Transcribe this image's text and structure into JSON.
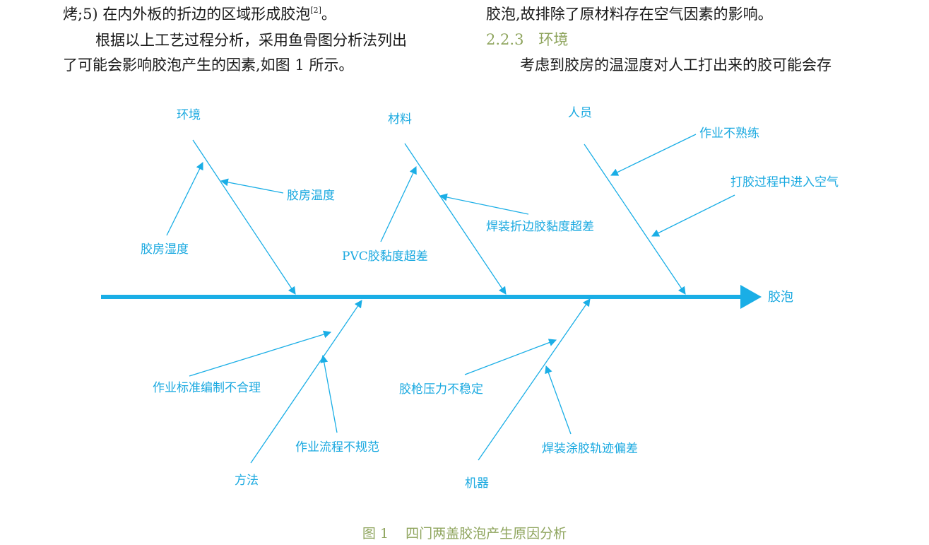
{
  "text": {
    "left_line1_a": "烤;5) 在内外板的折边的区域形成胶泡",
    "left_line1_ref": "[2]",
    "left_line1_b": "。",
    "left_line2": "根据以上工艺过程分析，采用鱼骨图分析法列出",
    "left_line3": "了可能会影响胶泡产生的因素,如图 1 所示。",
    "right_line1": "胶泡,故排除了原材料存在空气因素的影响。",
    "right_subheading": "2.2.3　环境",
    "right_line3": "考虑到胶房的温湿度对人工打出来的胶可能会存"
  },
  "figure": {
    "effect": "胶泡",
    "categories": {
      "env": "环境",
      "material": "材料",
      "people": "人员",
      "method": "方法",
      "machine": "机器"
    },
    "causes": {
      "env_temp": "胶房温度",
      "env_humidity": "胶房湿度",
      "mat_weld": "焊装折边胶黏度超差",
      "mat_pvc": "PVC胶黏度超差",
      "ppl_skill": "作业不熟练",
      "ppl_air": "打胶过程中进入空气",
      "method_standard": "作业标准编制不合理",
      "method_process": "作业流程不规范",
      "machine_pressure": "胶枪压力不稳定",
      "machine_track": "焊装涂胶轨迹偏差"
    },
    "caption_num": "图 1",
    "caption_title": "四门两盖胶泡产生原因分析",
    "colors": {
      "line": "#1aaee6",
      "label": "#1aa9e0",
      "caption": "#8fa55e"
    }
  }
}
